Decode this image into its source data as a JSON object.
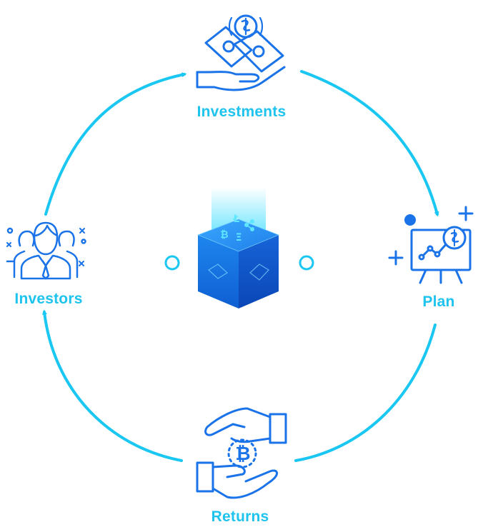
{
  "nodes": {
    "investments": {
      "label": "Investments"
    },
    "plan": {
      "label": "Plan"
    },
    "returns": {
      "label": "Returns"
    },
    "investors": {
      "label": "Investors"
    }
  },
  "center": {
    "coins": [
      "Ł",
      "₿",
      "Ξ"
    ]
  },
  "colors": {
    "cycle": "#1ac7f2",
    "label": "#1ec3ee",
    "icon": "#1a73e8",
    "cube_light": "#2a8ff2",
    "cube_dark": "#0d4fc4",
    "glow": "#4fe0ff"
  },
  "icons": {
    "investments": "money-in-hand-icon",
    "plan": "presentation-board-icon",
    "returns": "bitcoin-exchange-hands-icon",
    "investors": "investor-group-icon",
    "center": "crypto-cube-icon"
  }
}
